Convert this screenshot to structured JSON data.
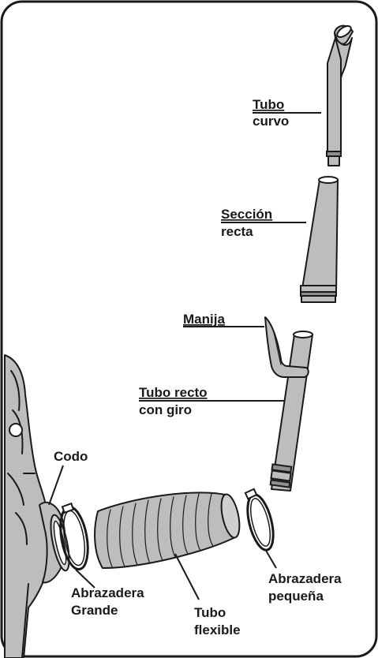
{
  "labels": {
    "tubo_curvo_1": "Tubo",
    "tubo_curvo_2": "curvo",
    "seccion_recta_1": "Sección",
    "seccion_recta_2": "recta",
    "manija": "Manija",
    "tubo_recto_1": "Tubo recto",
    "tubo_recto_2": "con giro",
    "codo": "Codo",
    "abrazadera_grande_1": "Abrazadera",
    "abrazadera_grande_2": "Grande",
    "tubo_flexible_1": "Tubo",
    "tubo_flexible_2": "flexible",
    "abrazadera_pequena_1": "Abrazadera",
    "abrazadera_pequena_2": "pequeña"
  }
}
